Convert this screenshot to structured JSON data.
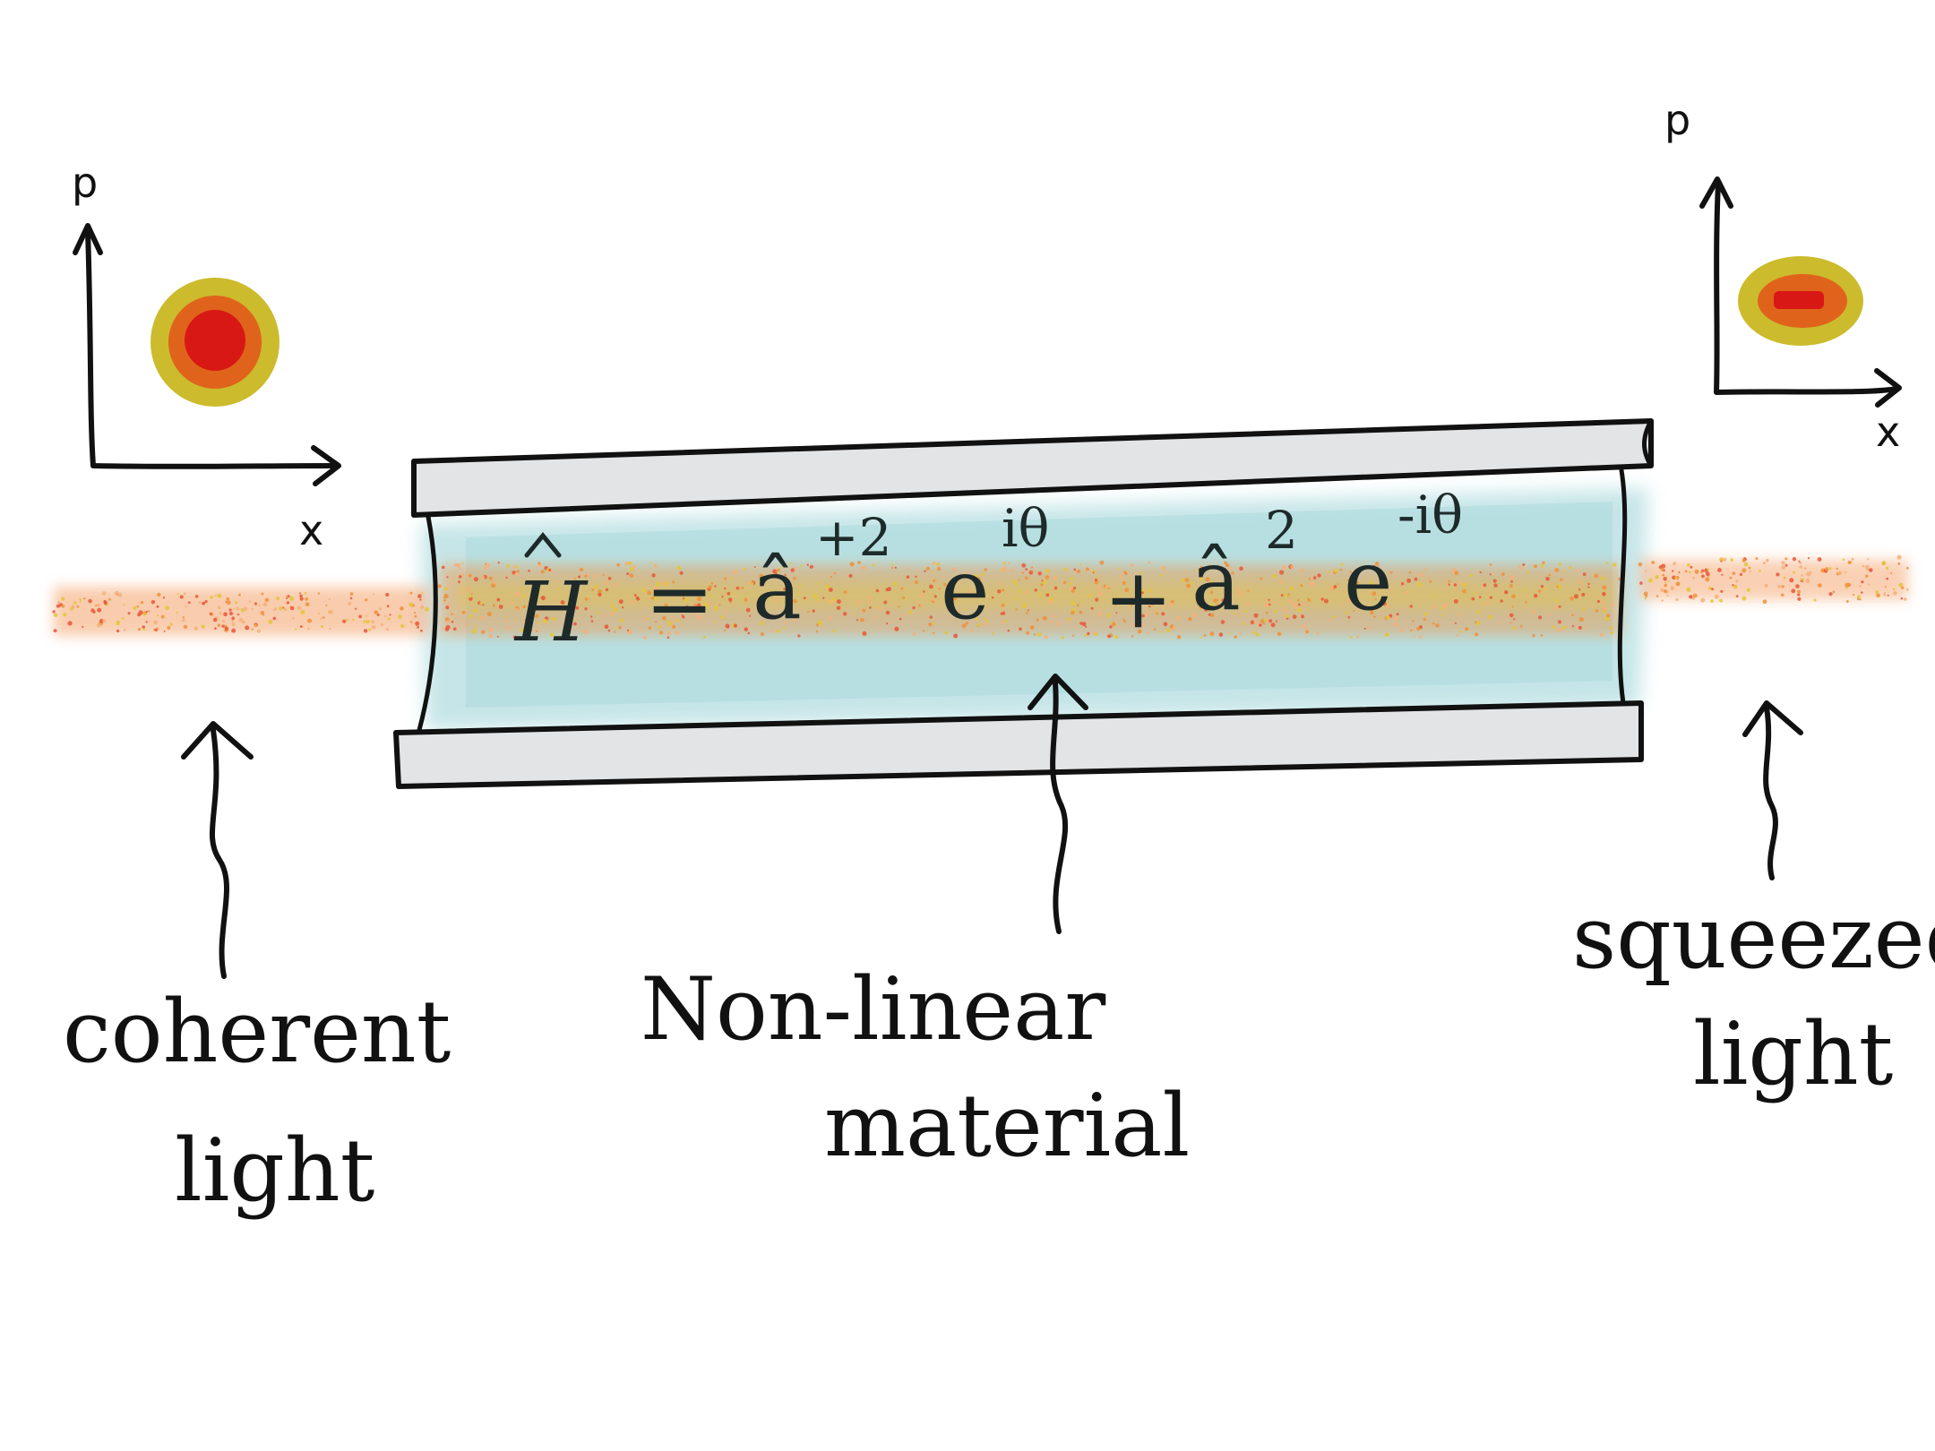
{
  "left_phase_space": {
    "x_axis": "x",
    "y_axis": "p",
    "state": "coherent"
  },
  "right_phase_space": {
    "x_axis": "x",
    "y_axis": "p",
    "state": "squeezed"
  },
  "equation": {
    "lhs": "H",
    "eq": "=",
    "term1_base": "â",
    "term1_sup": "+2",
    "term1_exp_base": "e",
    "term1_exp_sup": "iθ",
    "plus": "+",
    "term2_base": "â",
    "term2_sup": "2",
    "term2_exp_base": "e",
    "term2_exp_sup": "-iθ"
  },
  "labels": {
    "input_line1": "coherent",
    "input_line2": "light",
    "material_line1": "Non-linear",
    "material_line2": "material",
    "output_line1": "squeezed",
    "output_line2": "light"
  },
  "colors": {
    "glass": "#e3e4e6",
    "medium": "#a7d8dc",
    "beam": "#f0913a",
    "blob_outer": "#c8b51a",
    "blob_mid": "#e0631c",
    "blob_inner": "#d81814",
    "ink": "#111111"
  }
}
